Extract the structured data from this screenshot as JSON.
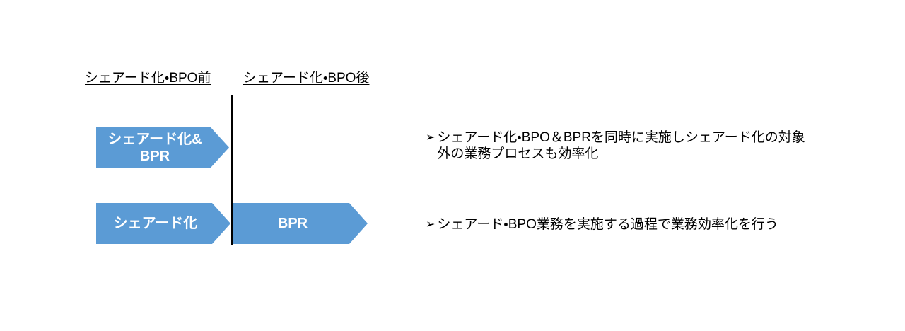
{
  "theme": {
    "arrow_fill": "#5B9BD5",
    "arrow_text": "#FFFFFF",
    "text": "#000000",
    "divider": "#000000",
    "background": "#FFFFFF"
  },
  "diagram": {
    "columns": [
      {
        "label": "シェアード化・BPO前"
      },
      {
        "label": "シェアード化・BPO後"
      }
    ],
    "rows": [
      {
        "before_arrow": {
          "lines": [
            "シェアード化&",
            "BPR"
          ]
        },
        "after_arrow": null,
        "note": {
          "marker": "➢",
          "lines": [
            "シェアード化・BPO＆BPRを同時に実施しシェアード化の対象",
            "外の業務プロセスも効率化"
          ]
        }
      },
      {
        "before_arrow": {
          "lines": [
            "シェアード化"
          ]
        },
        "after_arrow": {
          "lines": [
            "BPR"
          ]
        },
        "note": {
          "marker": "➢",
          "lines": [
            "シェアード・BPO業務を実施する過程で業務効率化を行う"
          ]
        }
      }
    ]
  }
}
